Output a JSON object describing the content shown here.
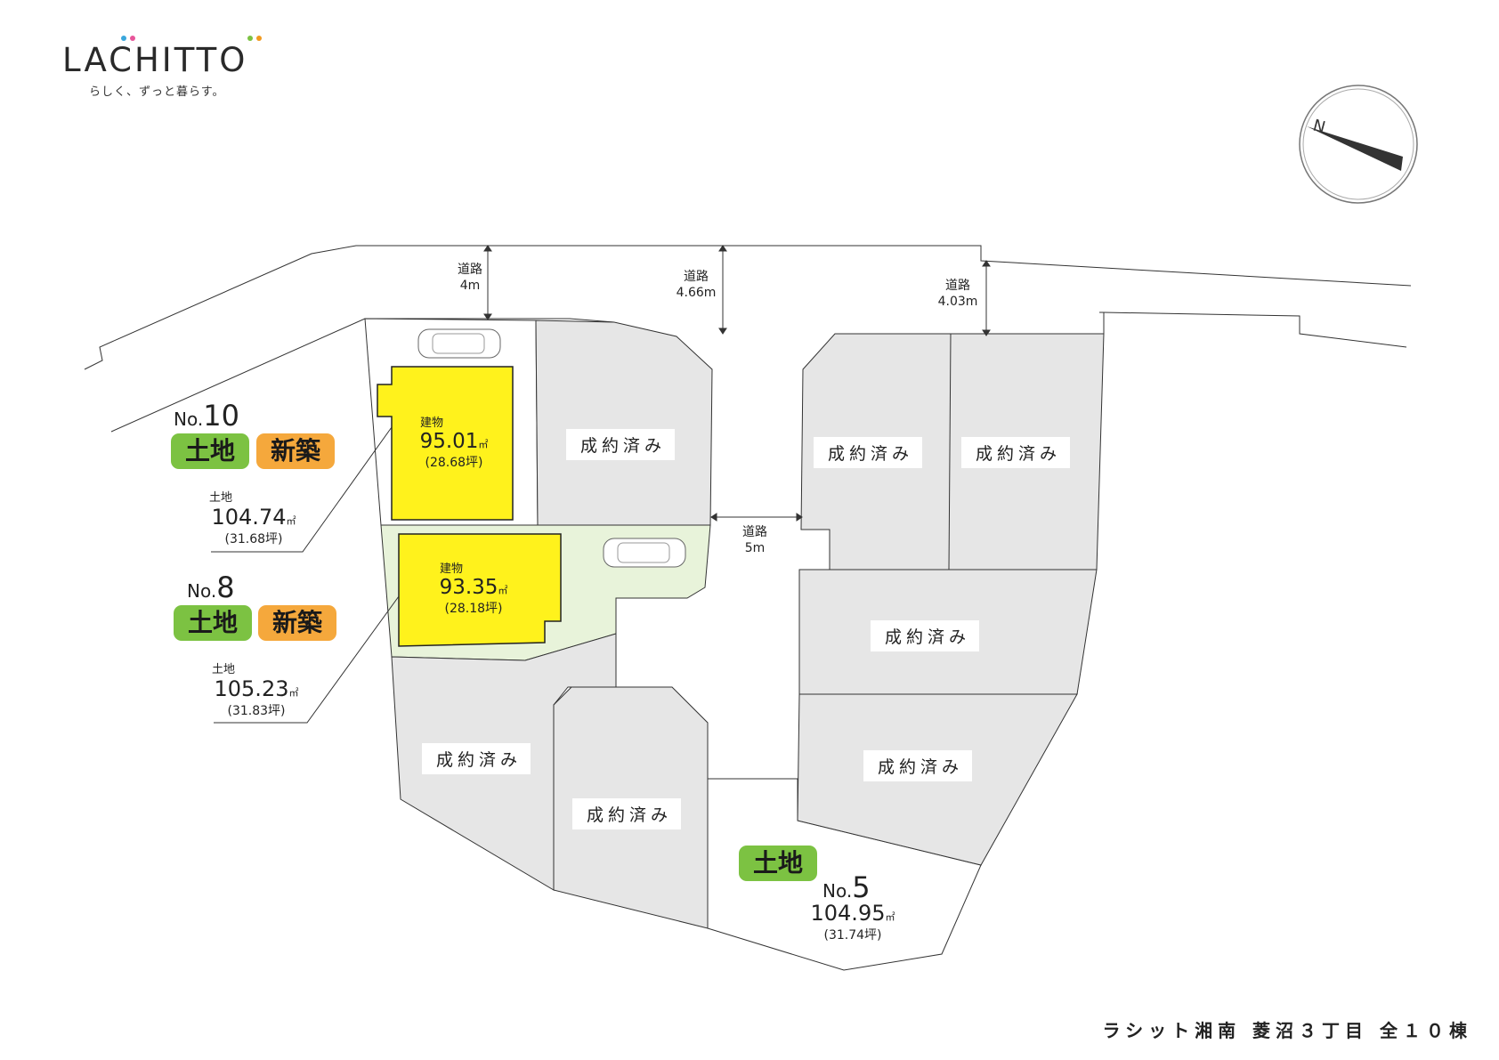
{
  "brand": {
    "logo_text": "LACHITTO",
    "tagline": "らしく、ずっと暮らす。",
    "dot_colors": [
      "#3aa7dc",
      "#e8559a",
      "#7cc242",
      "#f29a1f"
    ]
  },
  "footer_title": "ラシット湘南 菱沼３丁目 全１０棟",
  "colors": {
    "building": "#fff21c",
    "sold_lot": "#e6e6e6",
    "lot8_land": "#e8f3da",
    "land_badge": "#7cc242",
    "new_badge": "#f5a83c",
    "line": "#333333"
  },
  "icons": {
    "compass": "north-arrow-icon",
    "car": "car-icon"
  },
  "roads": [
    {
      "label": "道路",
      "width": "4m"
    },
    {
      "label": "道路",
      "width": "4.66m"
    },
    {
      "label": "道路",
      "width": "4.03m"
    },
    {
      "label": "道路",
      "width": "5m"
    }
  ],
  "lots": {
    "no10": {
      "prefix": "No.",
      "number": "10",
      "badges": [
        "土地",
        "新築"
      ],
      "land_label": "土地",
      "land_area": "104.74",
      "land_unit": "㎡",
      "land_tsubo": "(31.68坪)",
      "building_label": "建物",
      "building_area": "95.01",
      "building_unit": "㎡",
      "building_tsubo": "(28.68坪)"
    },
    "no8": {
      "prefix": "No.",
      "number": "8",
      "badges": [
        "土地",
        "新築"
      ],
      "land_label": "土地",
      "land_area": "105.23",
      "land_unit": "㎡",
      "land_tsubo": "(31.83坪)",
      "building_label": "建物",
      "building_area": "93.35",
      "building_unit": "㎡",
      "building_tsubo": "(28.18坪)"
    },
    "no5": {
      "prefix": "No.",
      "number": "5",
      "badges": [
        "土地"
      ],
      "land_area": "104.95",
      "land_unit": "㎡",
      "land_tsubo": "(31.74坪)"
    }
  },
  "sold_label": "成約済み"
}
